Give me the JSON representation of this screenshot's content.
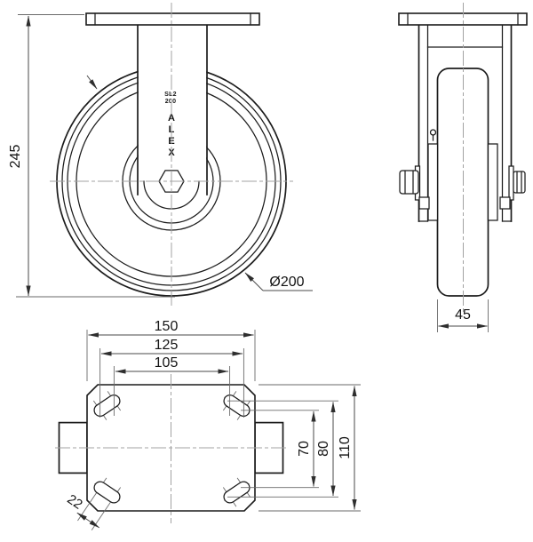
{
  "title": "Fixed plate caster technical drawing",
  "views": {
    "front": {
      "dim_height": "245",
      "dim_wheel_diameter": "Ø200",
      "hub_mark_line1": "SL2",
      "hub_mark_line2": "200",
      "brand_letters": [
        "A",
        "L",
        "E",
        "X"
      ]
    },
    "side": {
      "dim_wheel_width": "45"
    },
    "plate": {
      "dim_plate_width": "150",
      "dim_bolt_outer": "125",
      "dim_bolt_inner": "105",
      "dim_plate_depth": "110",
      "dim_bolt_depth_outer": "80",
      "dim_bolt_depth_inner": "70",
      "dim_slot_length": "22"
    }
  },
  "dimensions_mm": {
    "overall_height": 245,
    "wheel_diameter": 200,
    "wheel_width": 45,
    "plate_width": 150,
    "plate_depth": 110,
    "bolt_pattern_max": 125,
    "bolt_pattern_min": 105,
    "bolt_pattern_depth_max": 80,
    "bolt_pattern_depth_min": 70,
    "slot_length": 22
  },
  "colors": {
    "object_line": "#1c1c1c",
    "dimension_line": "#4a4a4a",
    "centerline": "#a3a3a3",
    "background": "#ffffff",
    "text": "#141414"
  }
}
